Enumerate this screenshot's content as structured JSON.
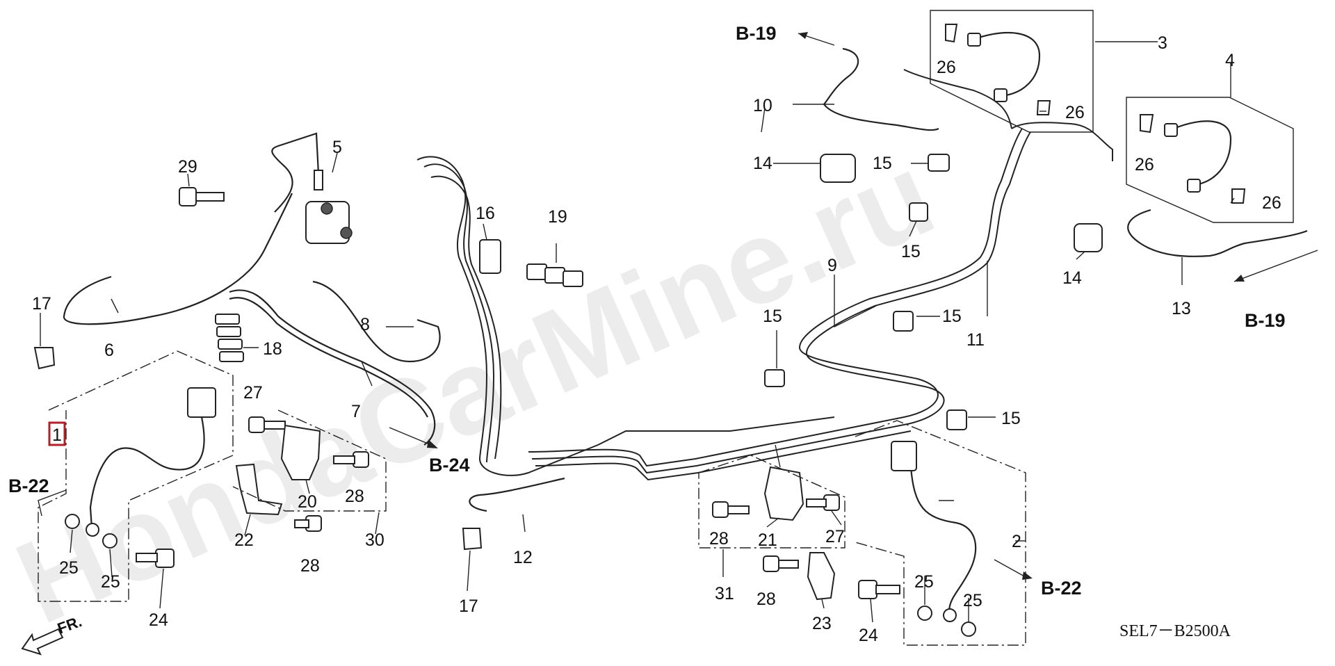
{
  "labels": {
    "l1": "1",
    "l2": "2",
    "l3": "3",
    "l4": "4",
    "l5": "5",
    "l6": "6",
    "l7": "7",
    "l8": "8",
    "l9": "9",
    "l10": "10",
    "l11": "11",
    "l12": "12",
    "l13": "13",
    "l14a": "14",
    "l14b": "14",
    "l15a": "15",
    "l15b": "15",
    "l15c": "15",
    "l15d": "15",
    "l15e": "15",
    "l16": "16",
    "l17a": "17",
    "l17b": "17",
    "l18": "18",
    "l19": "19",
    "l20": "20",
    "l21": "21",
    "l22": "22",
    "l23": "23",
    "l24a": "24",
    "l24b": "24",
    "l25a": "25",
    "l25b": "25",
    "l25c": "25",
    "l25d": "25",
    "l26a": "26",
    "l26b": "26",
    "l26c": "26",
    "l26d": "26",
    "l27a": "27",
    "l27b": "27",
    "l28a": "28",
    "l28b": "28",
    "l28c": "28",
    "l28d": "28",
    "l29": "29",
    "l30": "30",
    "l31": "31"
  },
  "references": {
    "b19_top": "B-19",
    "b19_right": "B-19",
    "b22_left": "B-22",
    "b22_right": "B-22",
    "b24": "B-24"
  },
  "direction_marker": "FR.",
  "diagram_code": "SEL7－B2500A",
  "watermark": "HondaCarMine.ru",
  "colors": {
    "highlight_box": "#b0202a",
    "line": "#222222"
  }
}
